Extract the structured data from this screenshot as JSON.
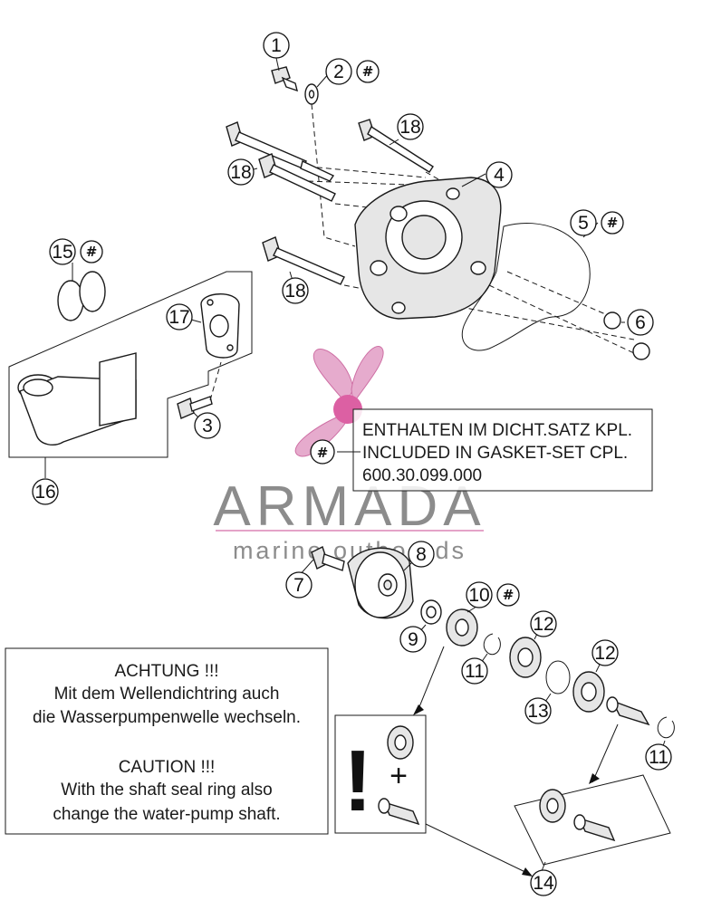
{
  "diagram": {
    "callouts": [
      {
        "id": "c1",
        "label": "1"
      },
      {
        "id": "c2",
        "label": "2"
      },
      {
        "id": "c3",
        "label": "3"
      },
      {
        "id": "c4",
        "label": "4"
      },
      {
        "id": "c5",
        "label": "5"
      },
      {
        "id": "c6",
        "label": "6"
      },
      {
        "id": "c7",
        "label": "7"
      },
      {
        "id": "c8",
        "label": "8"
      },
      {
        "id": "c9",
        "label": "9"
      },
      {
        "id": "c10",
        "label": "10"
      },
      {
        "id": "c11a",
        "label": "11"
      },
      {
        "id": "c11b",
        "label": "11"
      },
      {
        "id": "c12a",
        "label": "12"
      },
      {
        "id": "c12b",
        "label": "12"
      },
      {
        "id": "c13",
        "label": "13"
      },
      {
        "id": "c14",
        "label": "14"
      },
      {
        "id": "c15",
        "label": "15"
      },
      {
        "id": "c16",
        "label": "16"
      },
      {
        "id": "c17",
        "label": "17"
      },
      {
        "id": "c18a",
        "label": "18"
      },
      {
        "id": "c18b",
        "label": "18"
      },
      {
        "id": "c18c",
        "label": "18"
      }
    ],
    "hash_symbol": "#",
    "gasket_note": {
      "line1": "ENTHALTEN IM DICHT.SATZ KPL.",
      "line2": "INCLUDED IN GASKET-SET CPL.",
      "line3": "600.30.099.000"
    },
    "warning_note": {
      "de_title": "ACHTUNG !!!",
      "de_line1": "Mit dem Wellendichtring auch",
      "de_line2": "die Wasserpumpenwelle wechseln.",
      "en_title": "CAUTION !!!",
      "en_line1": "With the shaft seal ring also",
      "en_line2": "change the water-pump shaft."
    },
    "kit_box": {
      "exclamation": "!",
      "plus": "+"
    }
  },
  "watermark": {
    "brand": "ARMADA",
    "tagline": "marine outboards",
    "text_color": "#8c8c8c",
    "accent_color": "#e4a3c8"
  }
}
